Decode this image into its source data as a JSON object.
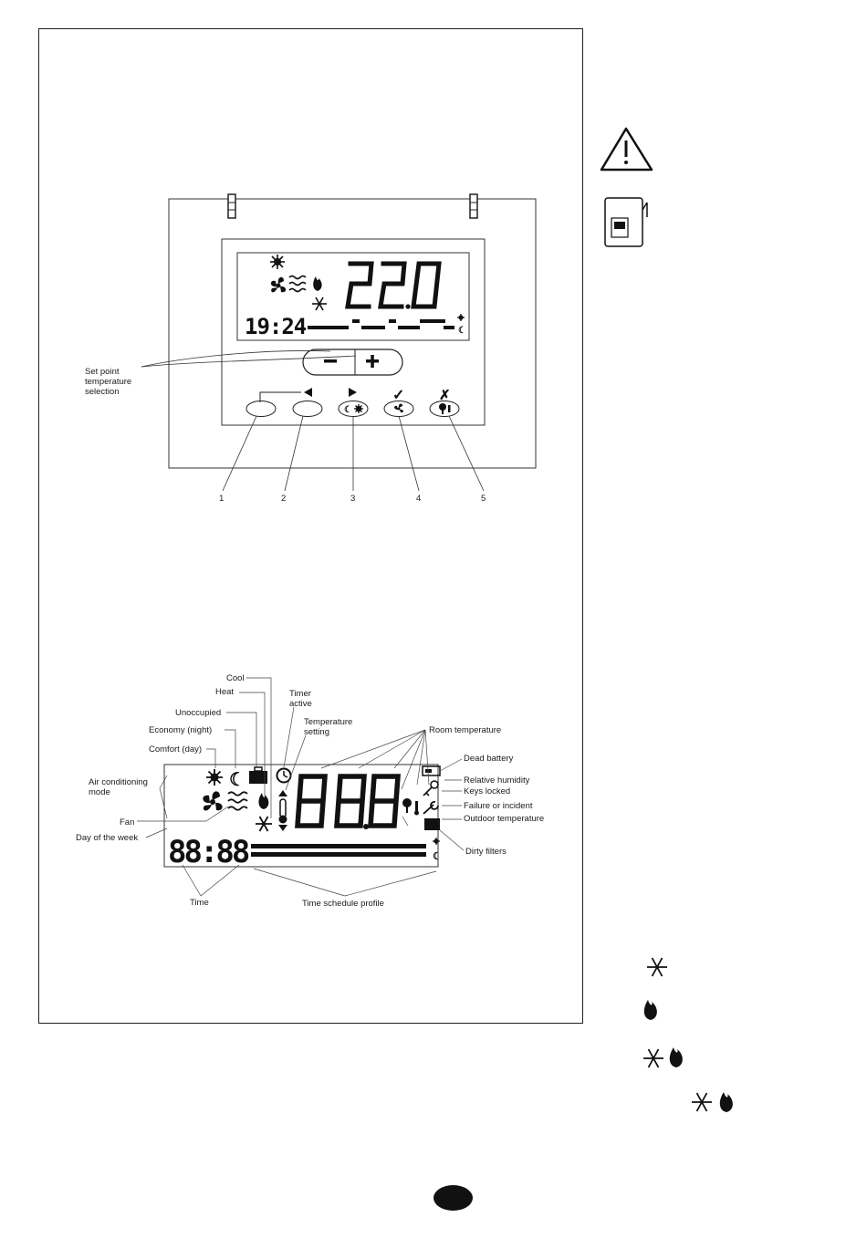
{
  "thermostat": {
    "display_temp": "22.0",
    "display_time": "19:24",
    "minus_label": "−",
    "plus_label": "+",
    "callout_setpoint": "Set point temperature selection",
    "button_numbers": [
      "1",
      "2",
      "3",
      "4",
      "5"
    ]
  },
  "lcd_legend": {
    "digits_temp": "88.8",
    "digits_time": "88:88",
    "labels": {
      "cool": "Cool",
      "heat": "Heat",
      "timer_active": "Timer active",
      "unoccupied": "Unoccupied",
      "temperature_setting": "Temperature setting",
      "economy": "Economy (night)",
      "room_temperature": "Room temperature",
      "comfort": "Comfort (day)",
      "dead_battery": "Dead battery",
      "air_conditioning_mode": "Air conditioning mode",
      "relative_humidity": "Relative humidity",
      "keys_locked": "Keys locked",
      "failure": "Failure or incident",
      "outdoor_temperature": "Outdoor temperature",
      "fan": "Fan",
      "day_of_week": "Day of the week",
      "dirty_filters": "Dirty filters",
      "time": "Time",
      "time_schedule_profile": "Time schedule profile"
    }
  },
  "sidebar_icons": [
    "warning-icon",
    "power-adapter-icon",
    "snowflake-icon",
    "flame-icon",
    "snowflake-flame-icon",
    "snowflake-flame-icon"
  ]
}
